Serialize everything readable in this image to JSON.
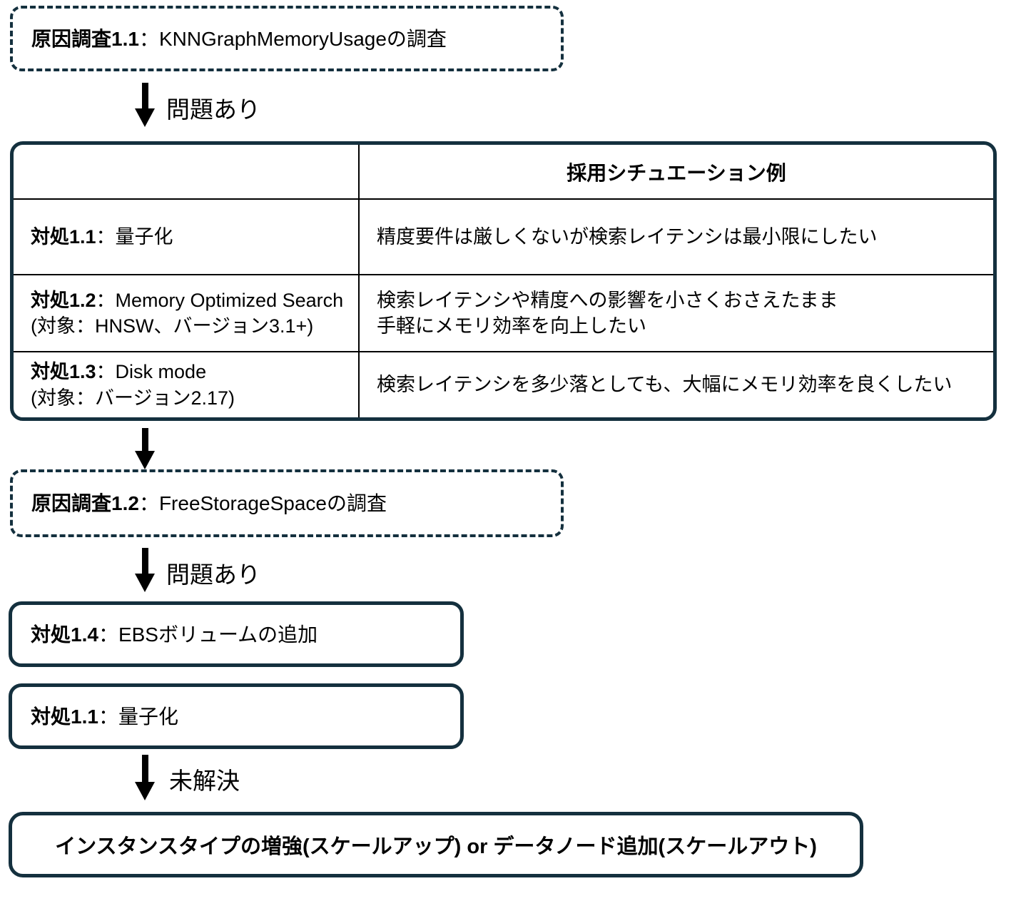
{
  "colors": {
    "border_navy": "#14303E",
    "line_black": "#000000",
    "background": "#FFFFFF"
  },
  "nodes": {
    "investigation_1_1": {
      "label_bold": "原因調査1.1",
      "label_rest": "：KNNGraphMemoryUsageの調査"
    },
    "investigation_1_2": {
      "label_bold": "原因調査1.2",
      "label_rest": "：FreeStorageSpaceの調査"
    },
    "action_1_4": {
      "label_bold": "対処1.4",
      "label_rest": "：EBSボリュームの追加"
    },
    "action_1_1": {
      "label_bold": "対処1.1",
      "label_rest": "：量子化"
    },
    "final": {
      "label": "インスタンスタイプの増強(スケールアップ) or データノード追加(スケールアウト)"
    }
  },
  "arrows": {
    "a1": {
      "label": "問題あり"
    },
    "a2": {
      "label": ""
    },
    "a3": {
      "label": "問題あり"
    },
    "a4": {
      "label": "未解決"
    }
  },
  "table": {
    "header": [
      "",
      "採用シチュエーション例"
    ],
    "rows": [
      {
        "action_bold": "対処1.1",
        "action_rest": "：量子化",
        "action_line2": "",
        "scenario_line1": "精度要件は厳しくないが検索レイテンシは最小限にしたい",
        "scenario_line2": ""
      },
      {
        "action_bold": "対処1.2",
        "action_rest": "：Memory Optimized Search",
        "action_line2": "(対象：HNSW、バージョン3.1+)",
        "scenario_line1": "検索レイテンシや精度への影響を小さくおさえたまま",
        "scenario_line2": "手軽にメモリ効率を向上したい"
      },
      {
        "action_bold": "対処1.3",
        "action_rest": "：Disk mode",
        "action_line2": "(対象：バージョン2.17)",
        "scenario_line1": "検索レイテンシを多少落としても、大幅にメモリ効率を良くしたい",
        "scenario_line2": ""
      }
    ]
  }
}
